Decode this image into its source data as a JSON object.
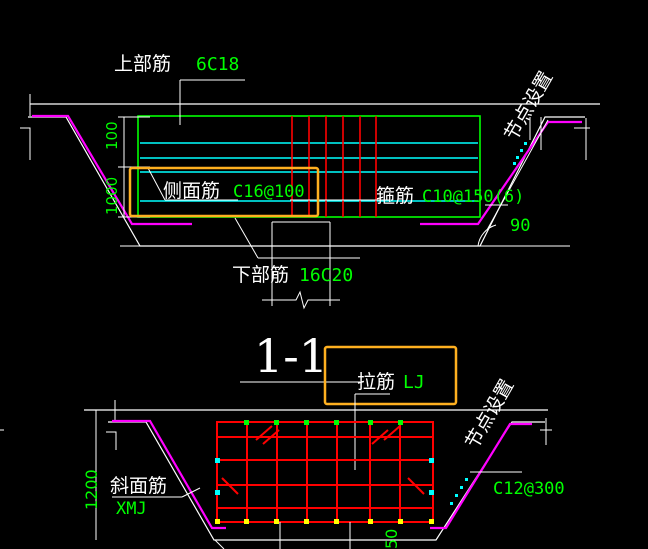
{
  "labels": {
    "top_bar": "上部筋",
    "top_bar_spec": "6C18",
    "side_bar": "侧面筋",
    "side_bar_spec": "C16@100",
    "stirrup": "箍筋",
    "stirrup_spec": "C10@150(6)",
    "bottom_bar": "下部筋",
    "bottom_bar_spec": "16C20",
    "section_title": "1-1",
    "tie_bar": "拉筋",
    "tie_bar_spec": "LJ",
    "slope_bar": "斜面筋",
    "slope_bar_spec": "XMJ",
    "node_setting_top": "节点设置",
    "node_setting_bottom": "节点设置",
    "slope_spec": "C12@300",
    "angle": "90",
    "dim_100": "100",
    "dim_1000": "1000",
    "dim_1200": "1200",
    "dim_partial": "50"
  },
  "colors": {
    "background": "#000000",
    "line_white": "#ffffff",
    "green": "#00ff00",
    "cyan": "#00ffff",
    "red": "#ff0000",
    "magenta": "#ff00ff",
    "yellow": "#ffff00",
    "highlight": "#ffb020"
  }
}
